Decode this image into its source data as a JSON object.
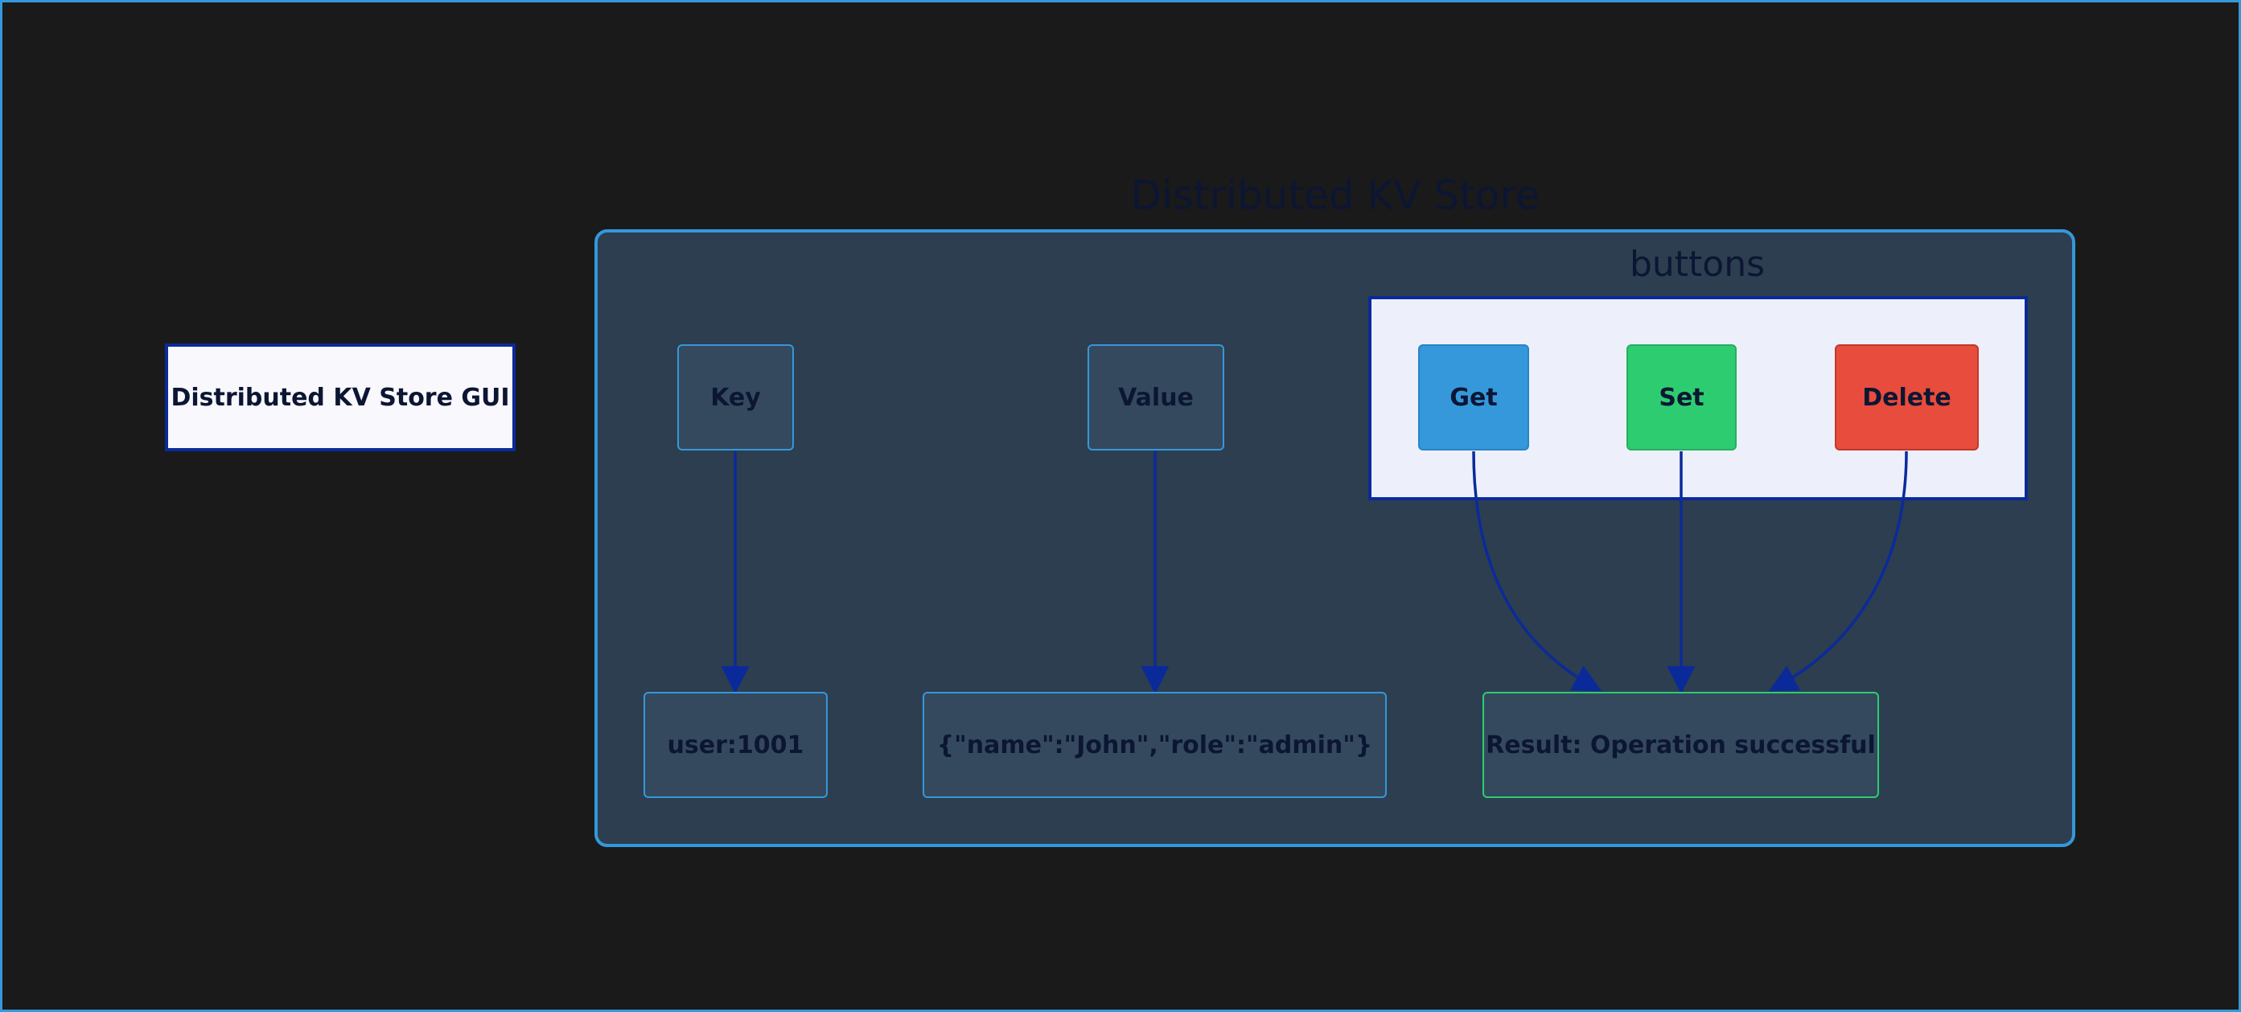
{
  "diagram": {
    "gui_label": "Distributed KV Store GUI",
    "store": {
      "title": "Distributed KV Store",
      "key_label": "Key",
      "value_label": "Value",
      "key_value": "user:1001",
      "value_value": "{\"name\":\"John\",\"role\":\"admin\"}",
      "result": "Result: Operation successful"
    },
    "buttons": {
      "title": "buttons",
      "get": "Get",
      "set": "Set",
      "delete": "Delete"
    }
  },
  "colors": {
    "background": "#1a1a1a",
    "store_fill": "#2c3e50",
    "store_border": "#3498db",
    "node_fill": "#34495e",
    "get": "#3498db",
    "set": "#2ecc71",
    "delete": "#e74c3c",
    "result_border": "#2ecc71",
    "edge": "#0b2a9a",
    "text": "#0c1633"
  }
}
